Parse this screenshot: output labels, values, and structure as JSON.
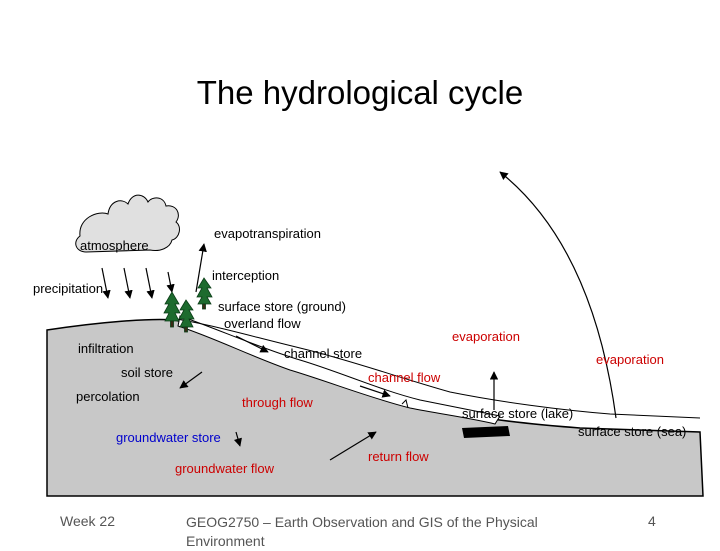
{
  "title": "The hydrological cycle",
  "labels": {
    "atmosphere": "atmosphere",
    "evapotranspiration": "evapotranspiration",
    "interception": "interception",
    "precipitation": "precipitation",
    "surface_store_ground": "surface store (ground)",
    "overland_flow": "overland flow",
    "infiltration": "infiltration",
    "evaporation_lake": "evaporation",
    "channel_store": "channel store",
    "evaporation_sea": "evaporation",
    "soil_store": "soil store",
    "channel_flow": "channel flow",
    "percolation": "percolation",
    "through_flow": "through flow",
    "surface_store_lake": "surface store (lake)",
    "surface_store_sea": "surface store (sea)",
    "groundwater_store": "groundwater store",
    "return_flow": "return flow",
    "groundwater_flow": "groundwater flow"
  },
  "footer": {
    "week": "Week 22",
    "course": "GEOG2750 – Earth Observation and GIS of the Physical Environment",
    "page": "4"
  },
  "colors": {
    "ground": "#c8c8c8",
    "black_label": "#000000",
    "red_label": "#cc0000",
    "blue_label": "#0000cc",
    "tree": "#1d6b2e"
  }
}
